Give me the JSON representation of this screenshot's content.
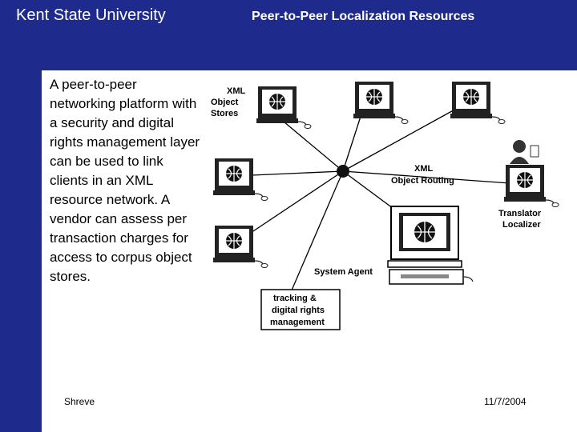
{
  "header": {
    "left_title": "Kent State University",
    "right_title": "Peer-to-Peer Localization Resources"
  },
  "body_text": "A peer-to-peer networking platform with a security and digital rights management layer can be used to link clients in an XML resource network. A vendor can assess per transaction charges for access to corpus object stores.",
  "diagram": {
    "xml_object_stores": [
      "XML",
      "Object",
      "Stores"
    ],
    "xml_object_routing": [
      "XML",
      "Object Routing"
    ],
    "translator_localizer": [
      "Translator",
      "Localizer"
    ],
    "system_agent": "System Agent",
    "tracking_box": [
      "tracking &",
      "digital rights",
      "management"
    ]
  },
  "footer": {
    "author": "Shreve",
    "date": "11/7/2004"
  },
  "colors": {
    "background": "#1f2b8c",
    "content": "#ffffff"
  }
}
